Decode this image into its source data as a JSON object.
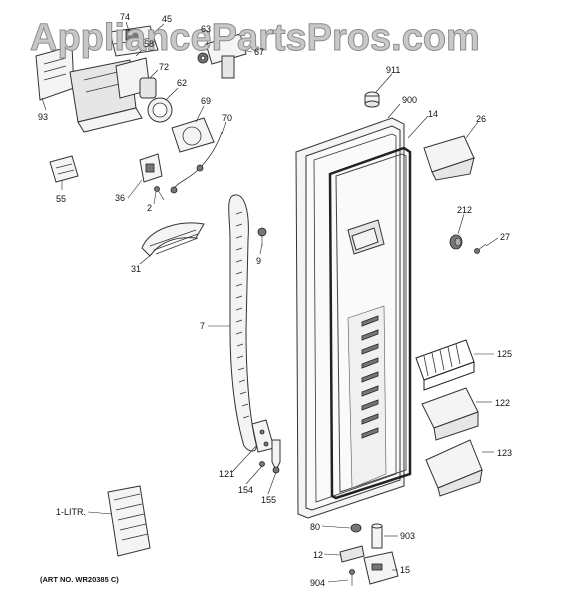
{
  "watermark": "AppliancePartsPros.com",
  "art_number": "(ART NO. WR20385 C)",
  "callouts": {
    "c74": "74",
    "c45": "45",
    "c63": "63",
    "c67": "67",
    "c58": "58",
    "c72": "72",
    "c62": "62",
    "c93": "93",
    "c69": "69",
    "c70": "70",
    "c911": "911",
    "c900": "900",
    "c14": "14",
    "c26": "26",
    "c55": "55",
    "c36": "36",
    "c2": "2",
    "c212": "212",
    "c27": "27",
    "c9": "9",
    "c31": "31",
    "c7": "7",
    "c125": "125",
    "c122": "122",
    "c123": "123",
    "c121": "121",
    "c154": "154",
    "c155": "155",
    "c1litr": "1-LITR.",
    "c80": "80",
    "c903": "903",
    "c12": "12",
    "c15": "15",
    "c904": "904"
  }
}
